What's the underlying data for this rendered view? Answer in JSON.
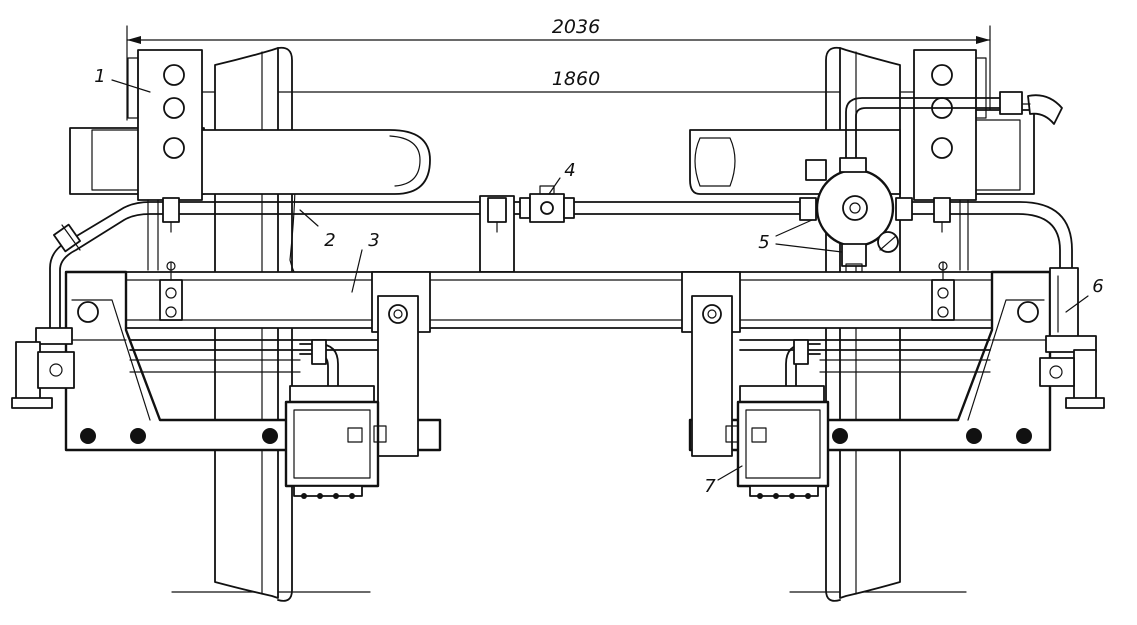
{
  "dimensions": {
    "overall": "2036",
    "inner": "1860"
  },
  "callouts": [
    "1",
    "2",
    "3",
    "4",
    "5",
    "6",
    "7"
  ]
}
